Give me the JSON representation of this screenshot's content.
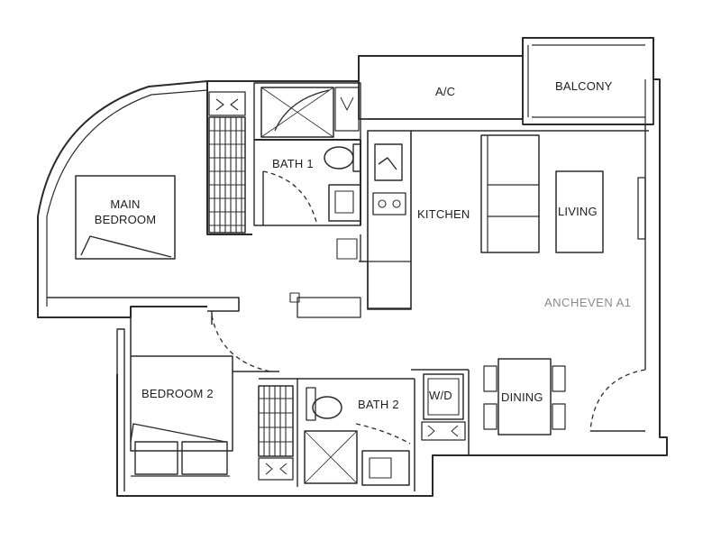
{
  "rooms": {
    "ac": "A/C",
    "balcony": "BALCONY",
    "bath1": "BATH 1",
    "main_bedroom_line1": "MAIN",
    "main_bedroom_line2": "BEDROOM",
    "kitchen": "KITCHEN",
    "living": "LIVING",
    "bedroom2": "BEDROOM 2",
    "bath2": "BATH 2",
    "wd": "W/D",
    "dining": "DINING"
  },
  "watermark": "ANCHEVEN A1",
  "colors": {
    "line": "#2b2b2b",
    "background": "#ffffff",
    "label": "#1e1e1e"
  }
}
